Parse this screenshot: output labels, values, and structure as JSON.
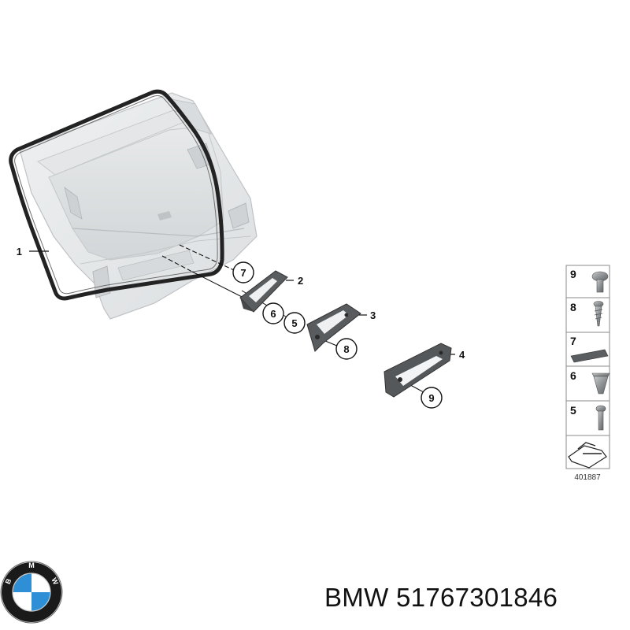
{
  "callouts": [
    {
      "id": "c1",
      "label": "1"
    },
    {
      "id": "c2",
      "label": "2"
    },
    {
      "id": "c3",
      "label": "3"
    },
    {
      "id": "c4",
      "label": "4"
    },
    {
      "id": "c5",
      "label": "5"
    },
    {
      "id": "c6",
      "label": "6"
    },
    {
      "id": "c7",
      "label": "7"
    },
    {
      "id": "c8",
      "label": "8"
    },
    {
      "id": "c9",
      "label": "9"
    }
  ],
  "legend": [
    {
      "number": "9",
      "icon": "round-head-screw-icon"
    },
    {
      "number": "8",
      "icon": "self-tapping-screw-icon"
    },
    {
      "number": "7",
      "icon": "adhesive-pad-icon"
    },
    {
      "number": "6",
      "icon": "expanding-nut-icon"
    },
    {
      "number": "5",
      "icon": "torx-screw-icon"
    }
  ],
  "reference_number": "401887",
  "brand": {
    "name": "BMW",
    "part_number": "51767301846",
    "logo_letters": [
      "B",
      "M",
      "W"
    ],
    "colors": {
      "blue": "#2e8fd6",
      "white": "#ffffff",
      "ring": "#111111"
    }
  }
}
